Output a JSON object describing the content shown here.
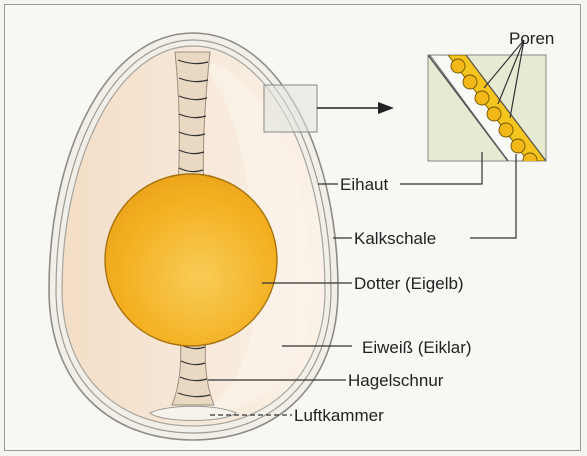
{
  "labels": {
    "poren": "Poren",
    "eihaut": "Eihaut",
    "kalkschale": "Kalkschale",
    "dotter": "Dotter (Eigelb)",
    "eiweiss": "Eiweiß (Eiklar)",
    "hagelschnur": "Hagelschnur",
    "luftkammer": "Luftkammer"
  },
  "colors": {
    "yolk": "#f5b623",
    "albumen": "#f6e1cc",
    "shell": "#ece9e0",
    "pores": "#f0c020",
    "detail_bg": "#e9ebd8"
  }
}
